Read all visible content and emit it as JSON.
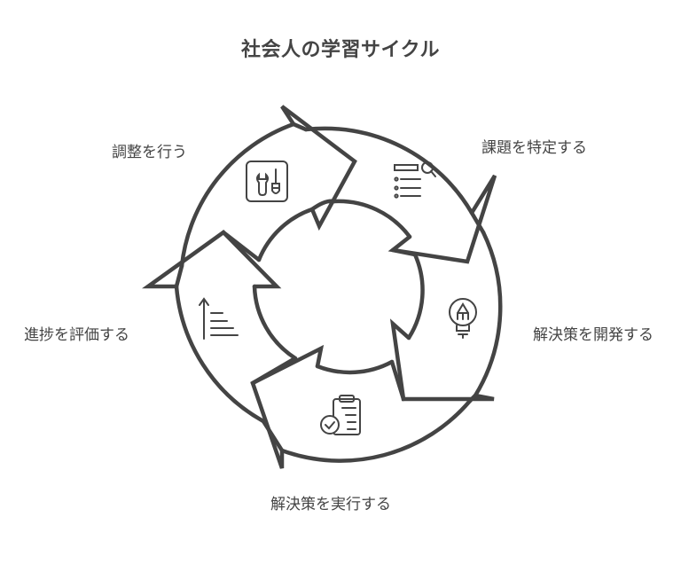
{
  "title": "社会人の学習サイクル",
  "colors": {
    "stroke": "#444444",
    "background": "#ffffff",
    "text": "#444444"
  },
  "steps": [
    {
      "id": "identify",
      "label": "課題を特定する",
      "icon": "list-search-icon"
    },
    {
      "id": "develop",
      "label": "解決策を開発する",
      "icon": "lightbulb-pencil-icon"
    },
    {
      "id": "execute",
      "label": "解決策を実行する",
      "icon": "clipboard-check-icon"
    },
    {
      "id": "evaluate",
      "label": "進捗を評価する",
      "icon": "progress-bars-icon"
    },
    {
      "id": "adjust",
      "label": "調整を行う",
      "icon": "toolbox-wrench-icon"
    }
  ]
}
